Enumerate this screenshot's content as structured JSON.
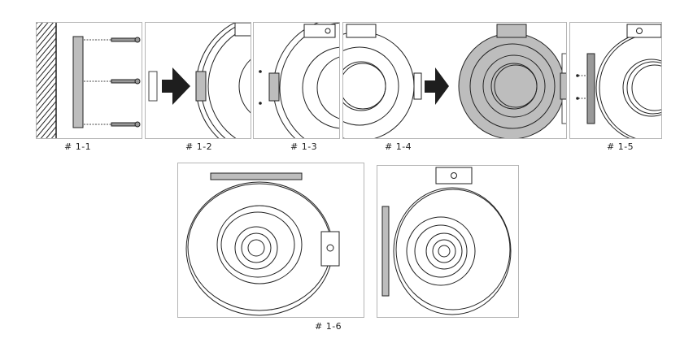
{
  "steps": [
    {
      "label": "# 1-1"
    },
    {
      "label": "# 1-2"
    },
    {
      "label": "# 1-3"
    },
    {
      "label": "# 1-4"
    },
    {
      "label": "# 1-5"
    },
    {
      "label": "# 1-6"
    }
  ],
  "colors": {
    "line": "#222222",
    "shade": "#bdbdbd",
    "arrow": "#1e1e1e",
    "border": "#b5b5b5"
  }
}
